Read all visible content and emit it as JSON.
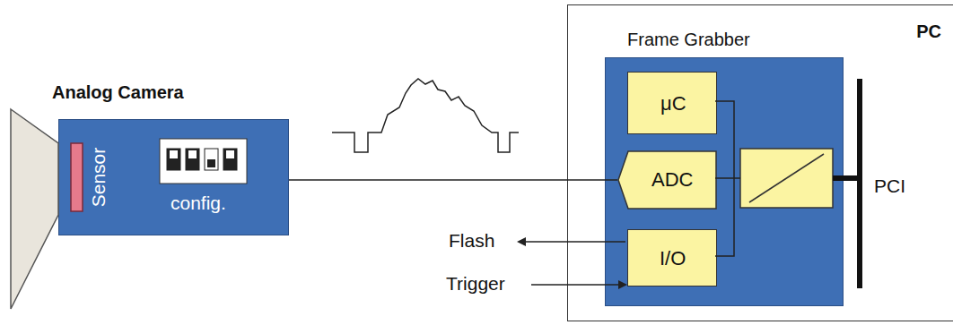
{
  "diagram": {
    "nodes": [
      {
        "text": [
          "Analog Camera"
        ]
      },
      {
        "text": [
          "PC"
        ]
      },
      {
        "text": [
          "Frame Grabber"
        ],
        "in": 1
      },
      {
        "text": [
          "μC"
        ],
        "in": 2
      },
      {
        "text": [
          "ADC"
        ],
        "in": 2
      },
      {
        "text": [
          "I/O"
        ],
        "in": 2
      }
    ],
    "edges": [
      {
        "from": 0,
        "to": 4,
        "arrow": "none"
      }
    ],
    "labels": [
      "Sensor",
      "config.",
      "Flash",
      "Trigger",
      "PCI"
    ]
  }
}
